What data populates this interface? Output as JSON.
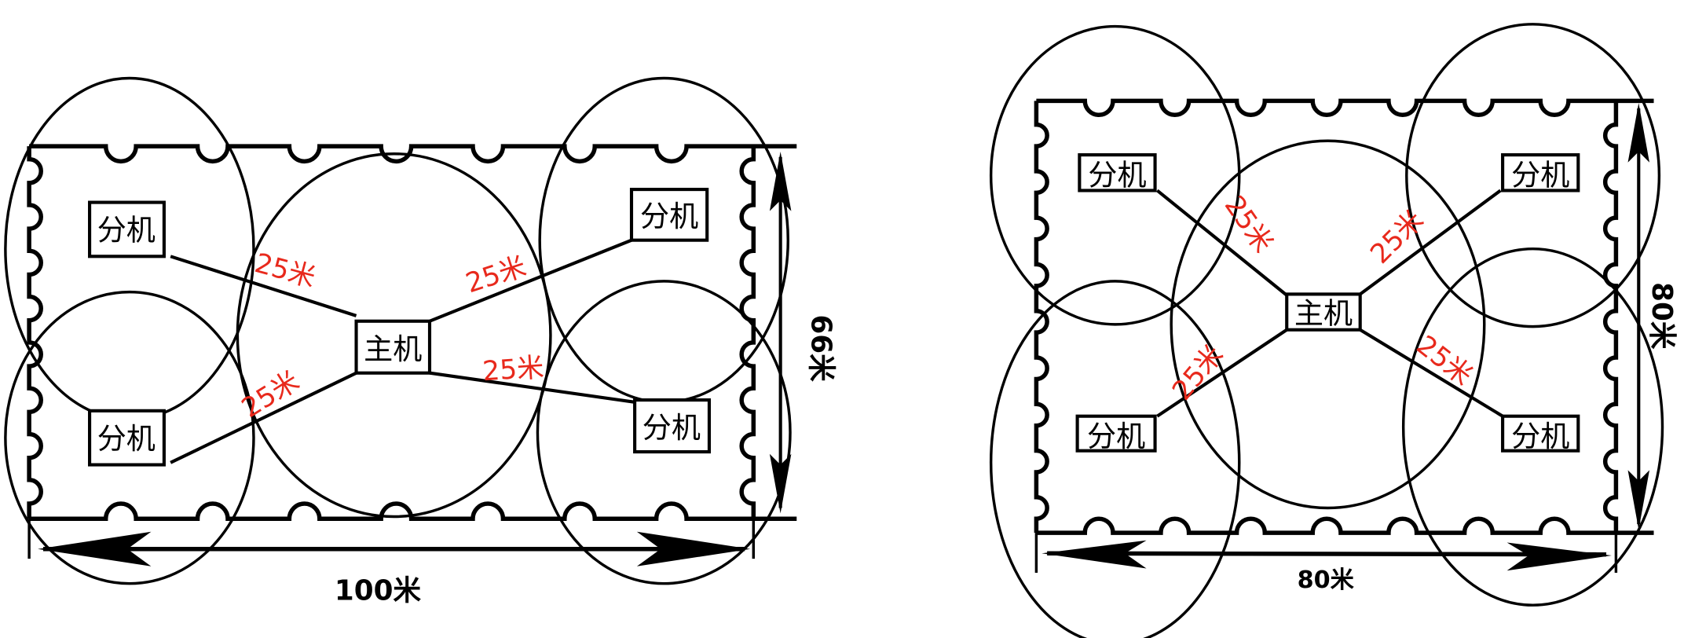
{
  "diagrams": [
    {
      "host_label": "主机",
      "extension_labels": [
        "分机",
        "分机",
        "分机",
        "分机"
      ],
      "distance_labels": [
        "25米",
        "25米",
        "25米",
        "25米"
      ],
      "width_label": "100米",
      "height_label": "66米"
    },
    {
      "host_label": "主机",
      "extension_labels": [
        "分机",
        "分机",
        "分机",
        "分机"
      ],
      "distance_labels": [
        "25米",
        "25米",
        "25米",
        "25米"
      ],
      "width_label": "80米",
      "height_label": "80米"
    }
  ],
  "colors": {
    "line": "#000000",
    "distance_text": "#e8291c"
  }
}
